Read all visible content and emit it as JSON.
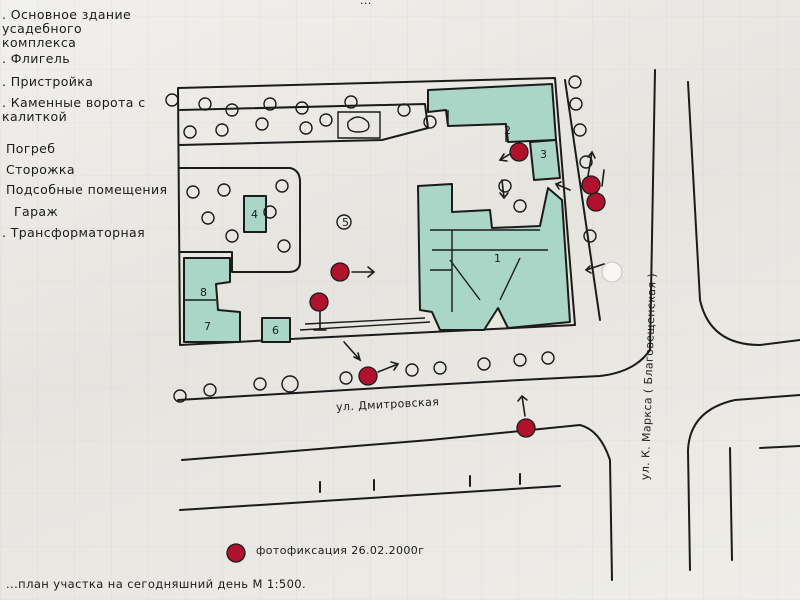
{
  "legend": {
    "items": [
      ". Основное здание усадебного комплекса",
      ". Флигель",
      ". Пристройка",
      ". Каменные ворота с калиткой",
      "Погреб",
      "Сторожка",
      "Подсобные помещения",
      "Гараж",
      ". Трансформаторная"
    ]
  },
  "top_stub": "...",
  "streets": {
    "dmitrov": "ул. Дмитровская",
    "marx": "ул. К. Маркса ( Благовещенская )"
  },
  "buildings": {
    "b1": "1",
    "b2": "2",
    "b3": "3",
    "b4": "4",
    "b5": "5",
    "b6": "6",
    "b7": "7",
    "b8": "8"
  },
  "photo_legend": "фотофиксация 26.02.2000г",
  "caption": "...план участка на сегодняшний день М 1:500.",
  "colors": {
    "ink": "#1b1b1b",
    "building_fill": "#a9d6c6",
    "photo_marker": "#b0122d"
  }
}
